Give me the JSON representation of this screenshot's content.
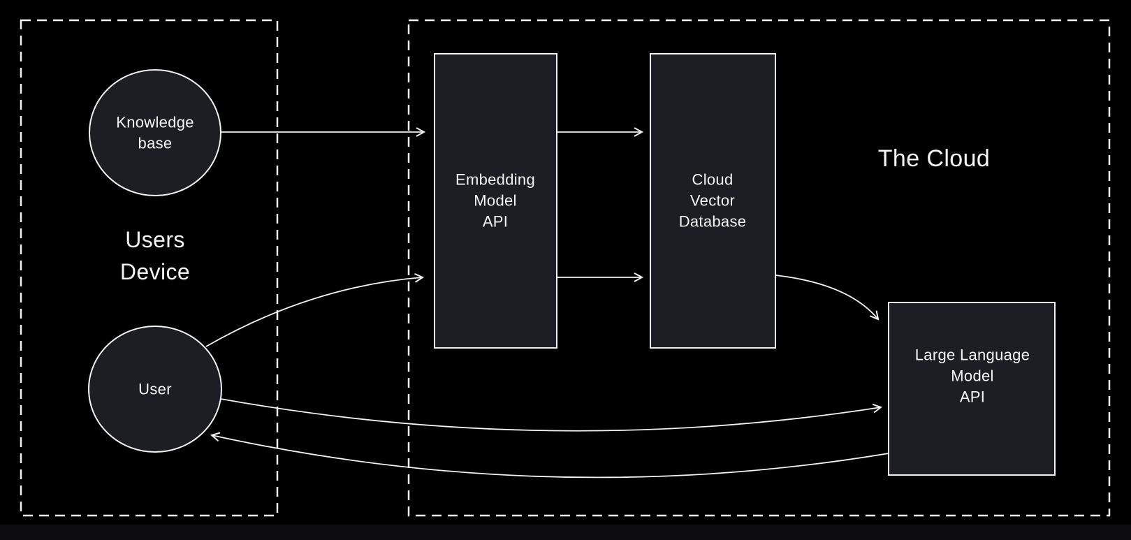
{
  "diagram": {
    "groups": {
      "users_device": {
        "title_lines": [
          "Users",
          "Device"
        ]
      },
      "the_cloud": {
        "title": "The Cloud"
      }
    },
    "nodes": {
      "knowledge_base": {
        "shape": "circle",
        "lines": [
          "Knowledge",
          "base"
        ]
      },
      "user": {
        "shape": "circle",
        "lines": [
          "User"
        ]
      },
      "embedding_model_api": {
        "shape": "rectangle",
        "lines": [
          "Embedding",
          "Model",
          "API"
        ]
      },
      "cloud_vector_database": {
        "shape": "rectangle",
        "lines": [
          "Cloud",
          "Vector",
          "Database"
        ]
      },
      "large_language_model_api": {
        "shape": "rectangle",
        "lines": [
          "Large Language",
          "Model",
          "API"
        ]
      }
    },
    "edges": [
      {
        "from": "knowledge-base",
        "to": "embedding-model-api",
        "style": "straight",
        "arrow": "end"
      },
      {
        "from": "user",
        "to": "embedding-model-api",
        "style": "curved",
        "arrow": "end"
      },
      {
        "from": "embedding-model-api",
        "to": "cloud-vector-database",
        "style": "straight",
        "arrow": "end",
        "position": "top"
      },
      {
        "from": "embedding-model-api",
        "to": "cloud-vector-database",
        "style": "straight",
        "arrow": "end",
        "position": "bottom"
      },
      {
        "from": "cloud-vector-database",
        "to": "large-language-model-api",
        "style": "curved",
        "arrow": "end"
      },
      {
        "from": "user",
        "to": "large-language-model-api",
        "style": "curved",
        "arrow": "end"
      },
      {
        "from": "large-language-model-api",
        "to": "user",
        "style": "curved",
        "arrow": "end"
      }
    ],
    "colors": {
      "background": "#000000",
      "node_fill": "#1d1e23",
      "stroke": "#f2f2f2",
      "text": "#f5f5f5",
      "bottom_strip": "#0d0d0f"
    }
  }
}
